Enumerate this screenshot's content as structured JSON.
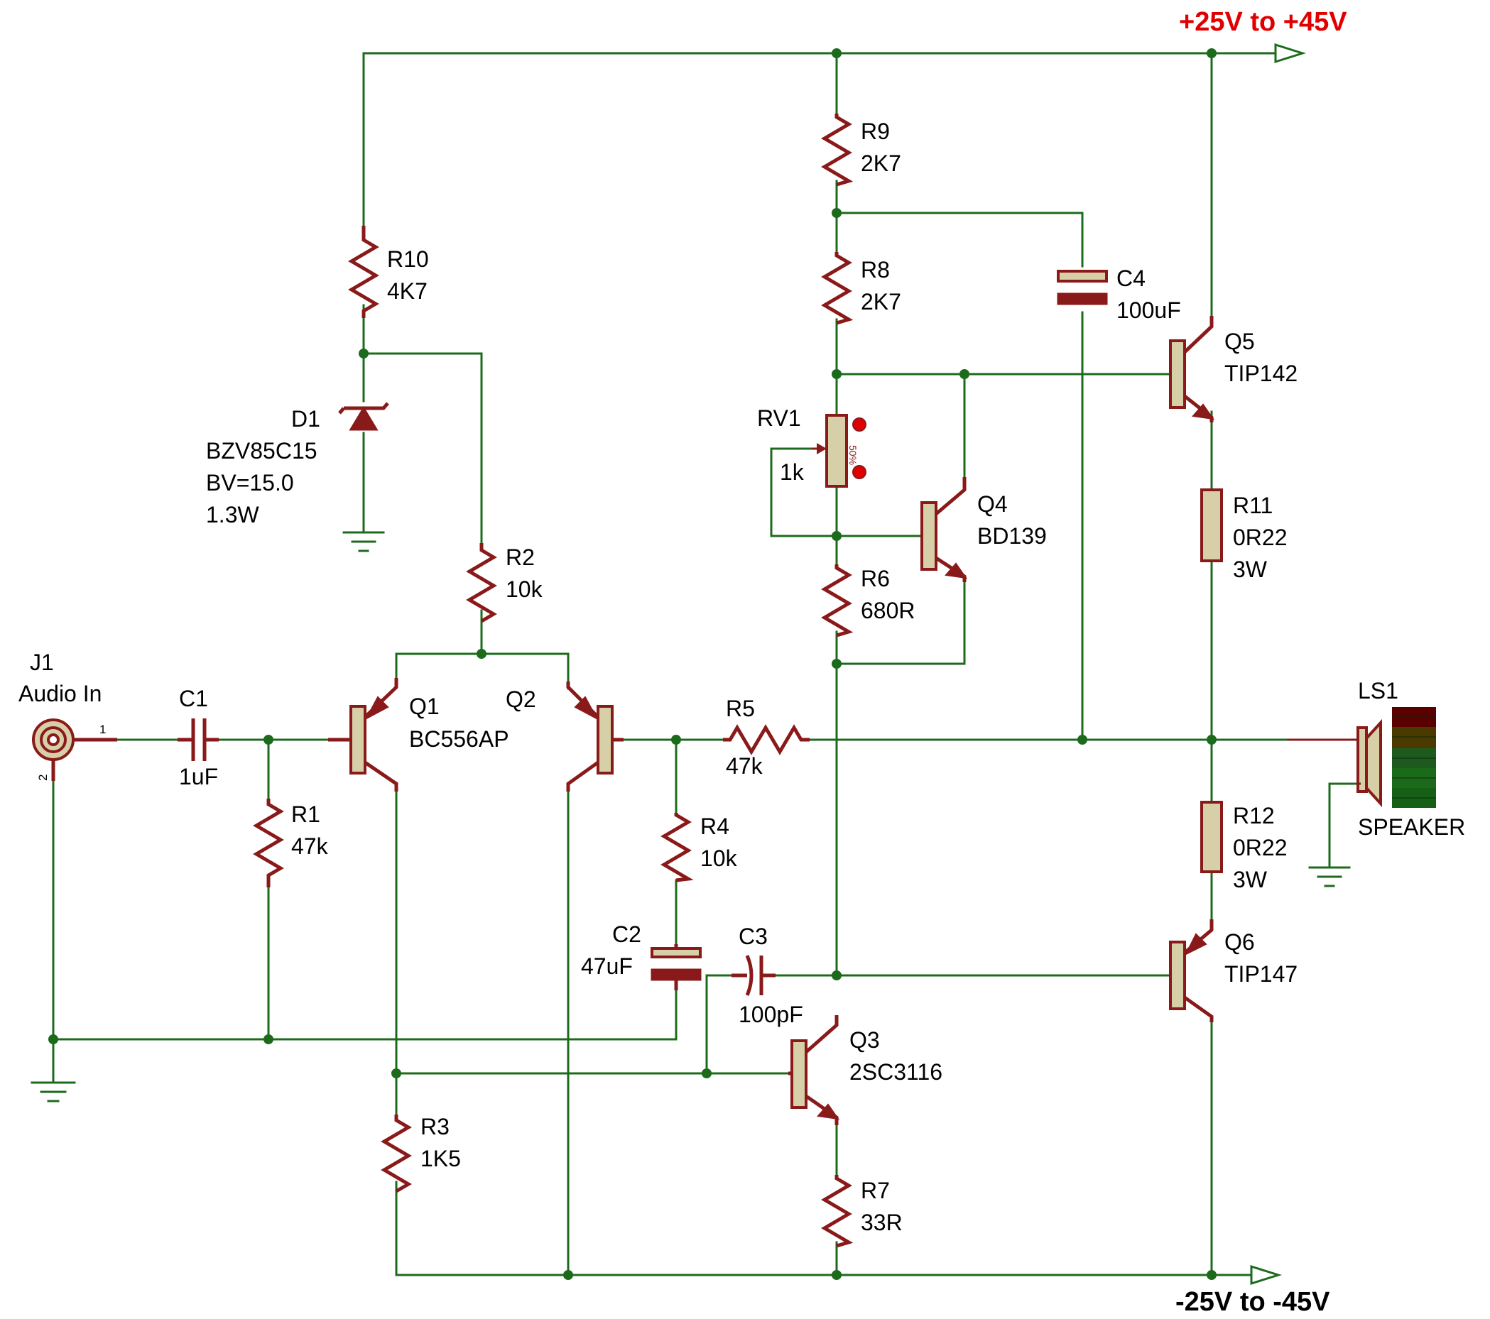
{
  "rails": {
    "positive": "+25V to +45V",
    "negative": "-25V to -45V"
  },
  "components": {
    "J1": {
      "ref": "J1",
      "value": "Audio In",
      "pin1": "1",
      "pin2": "2"
    },
    "C1": {
      "ref": "C1",
      "value": "1uF"
    },
    "R1": {
      "ref": "R1",
      "value": "47k"
    },
    "Q1": {
      "ref": "Q1",
      "value": "BC556AP"
    },
    "Q2": {
      "ref": "Q2"
    },
    "R2": {
      "ref": "R2",
      "value": "10k"
    },
    "R3": {
      "ref": "R3",
      "value": "1K5"
    },
    "R4": {
      "ref": "R4",
      "value": "10k"
    },
    "R5": {
      "ref": "R5",
      "value": "47k"
    },
    "C2": {
      "ref": "C2",
      "value": "47uF"
    },
    "C3": {
      "ref": "C3",
      "value": "100pF"
    },
    "Q3": {
      "ref": "Q3",
      "value": "2SC3116"
    },
    "R7": {
      "ref": "R7",
      "value": "33R"
    },
    "R10": {
      "ref": "R10",
      "value": "4K7"
    },
    "D1": {
      "ref": "D1",
      "value": "BZV85C15",
      "bv": "BV=15.0",
      "power": "1.3W"
    },
    "R9": {
      "ref": "R9",
      "value": "2K7"
    },
    "R8": {
      "ref": "R8",
      "value": "2K7"
    },
    "RV1": {
      "ref": "RV1",
      "value": "1k",
      "setting": "50%"
    },
    "R6": {
      "ref": "R6",
      "value": "680R"
    },
    "Q4": {
      "ref": "Q4",
      "value": "BD139"
    },
    "C4": {
      "ref": "C4",
      "value": "100uF"
    },
    "Q5": {
      "ref": "Q5",
      "value": "TIP142"
    },
    "R11": {
      "ref": "R11",
      "value": "0R22",
      "power": "3W"
    },
    "R12": {
      "ref": "R12",
      "value": "0R22",
      "power": "3W"
    },
    "Q6": {
      "ref": "Q6",
      "value": "TIP147"
    },
    "LS1": {
      "ref": "LS1",
      "value": "SPEAKER"
    }
  },
  "colors": {
    "wire": "#1c6b1c",
    "component": "#8a1a1a",
    "body_fill": "#d6cfa8",
    "rail_label": "#e00000"
  }
}
